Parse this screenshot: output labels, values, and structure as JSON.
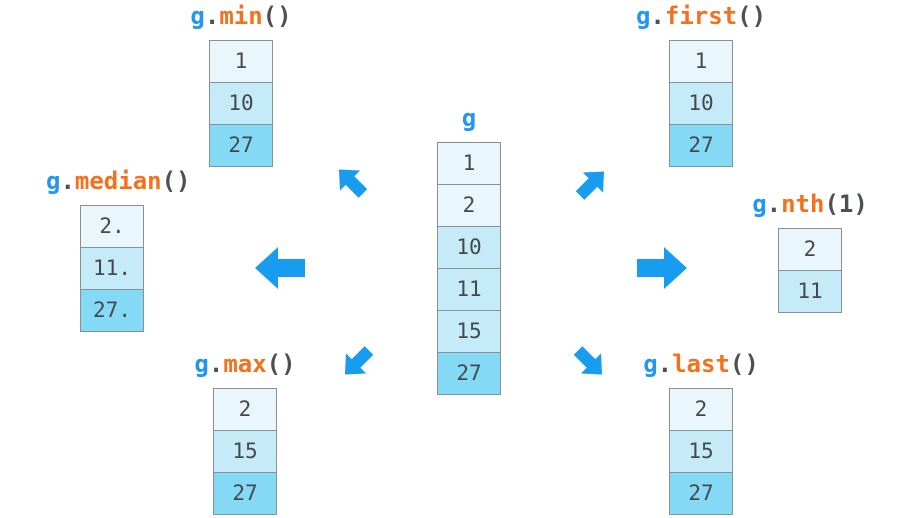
{
  "colors": {
    "object_blue": "#2196f3",
    "method_orange": "#f4711c",
    "punctuation_gray": "#4d5156",
    "cell_text": "#45494d",
    "cell_border": "#8a9095",
    "arrow_blue": "#189cf0",
    "group_shade_1": "#e9f6fc",
    "group_shade_2": "#c5ebf9",
    "group_shade_3": "#84daf4"
  },
  "source": {
    "label": {
      "obj": "g"
    },
    "cells": [
      {
        "value": "1",
        "shade": "1"
      },
      {
        "value": "2",
        "shade": "1"
      },
      {
        "value": "10",
        "shade": "2"
      },
      {
        "value": "11",
        "shade": "2"
      },
      {
        "value": "15",
        "shade": "2"
      },
      {
        "value": "27",
        "shade": "3"
      }
    ]
  },
  "results": {
    "min": {
      "label": {
        "obj": "g",
        "dot": ".",
        "method": "min",
        "args": "()"
      },
      "cells": [
        {
          "value": "1",
          "shade": "1"
        },
        {
          "value": "10",
          "shade": "2"
        },
        {
          "value": "27",
          "shade": "3"
        }
      ]
    },
    "first": {
      "label": {
        "obj": "g",
        "dot": ".",
        "method": "first",
        "args": "()"
      },
      "cells": [
        {
          "value": "1",
          "shade": "1"
        },
        {
          "value": "10",
          "shade": "2"
        },
        {
          "value": "27",
          "shade": "3"
        }
      ]
    },
    "median": {
      "label": {
        "obj": "g",
        "dot": ".",
        "method": "median",
        "args": "()"
      },
      "cells": [
        {
          "value": "2.",
          "shade": "1"
        },
        {
          "value": "11.",
          "shade": "2"
        },
        {
          "value": "27.",
          "shade": "3"
        }
      ]
    },
    "nth": {
      "label": {
        "obj": "g",
        "dot": ".",
        "method": "nth",
        "args": "(1)"
      },
      "cells": [
        {
          "value": "2",
          "shade": "1"
        },
        {
          "value": "11",
          "shade": "2"
        }
      ]
    },
    "max": {
      "label": {
        "obj": "g",
        "dot": ".",
        "method": "max",
        "args": "()"
      },
      "cells": [
        {
          "value": "2",
          "shade": "1"
        },
        {
          "value": "15",
          "shade": "2"
        },
        {
          "value": "27",
          "shade": "3"
        }
      ]
    },
    "last": {
      "label": {
        "obj": "g",
        "dot": ".",
        "method": "last",
        "args": "()"
      },
      "cells": [
        {
          "value": "2",
          "shade": "1"
        },
        {
          "value": "15",
          "shade": "2"
        },
        {
          "value": "27",
          "shade": "3"
        }
      ]
    }
  },
  "arrows": [
    {
      "icon": "arrow-up-left-icon",
      "target": "g.min()"
    },
    {
      "icon": "arrow-up-right-icon",
      "target": "g.first()"
    },
    {
      "icon": "arrow-left-icon",
      "target": "g.median()"
    },
    {
      "icon": "arrow-right-icon",
      "target": "g.nth(1)"
    },
    {
      "icon": "arrow-down-left-icon",
      "target": "g.max()"
    },
    {
      "icon": "arrow-down-right-icon",
      "target": "g.last()"
    }
  ]
}
